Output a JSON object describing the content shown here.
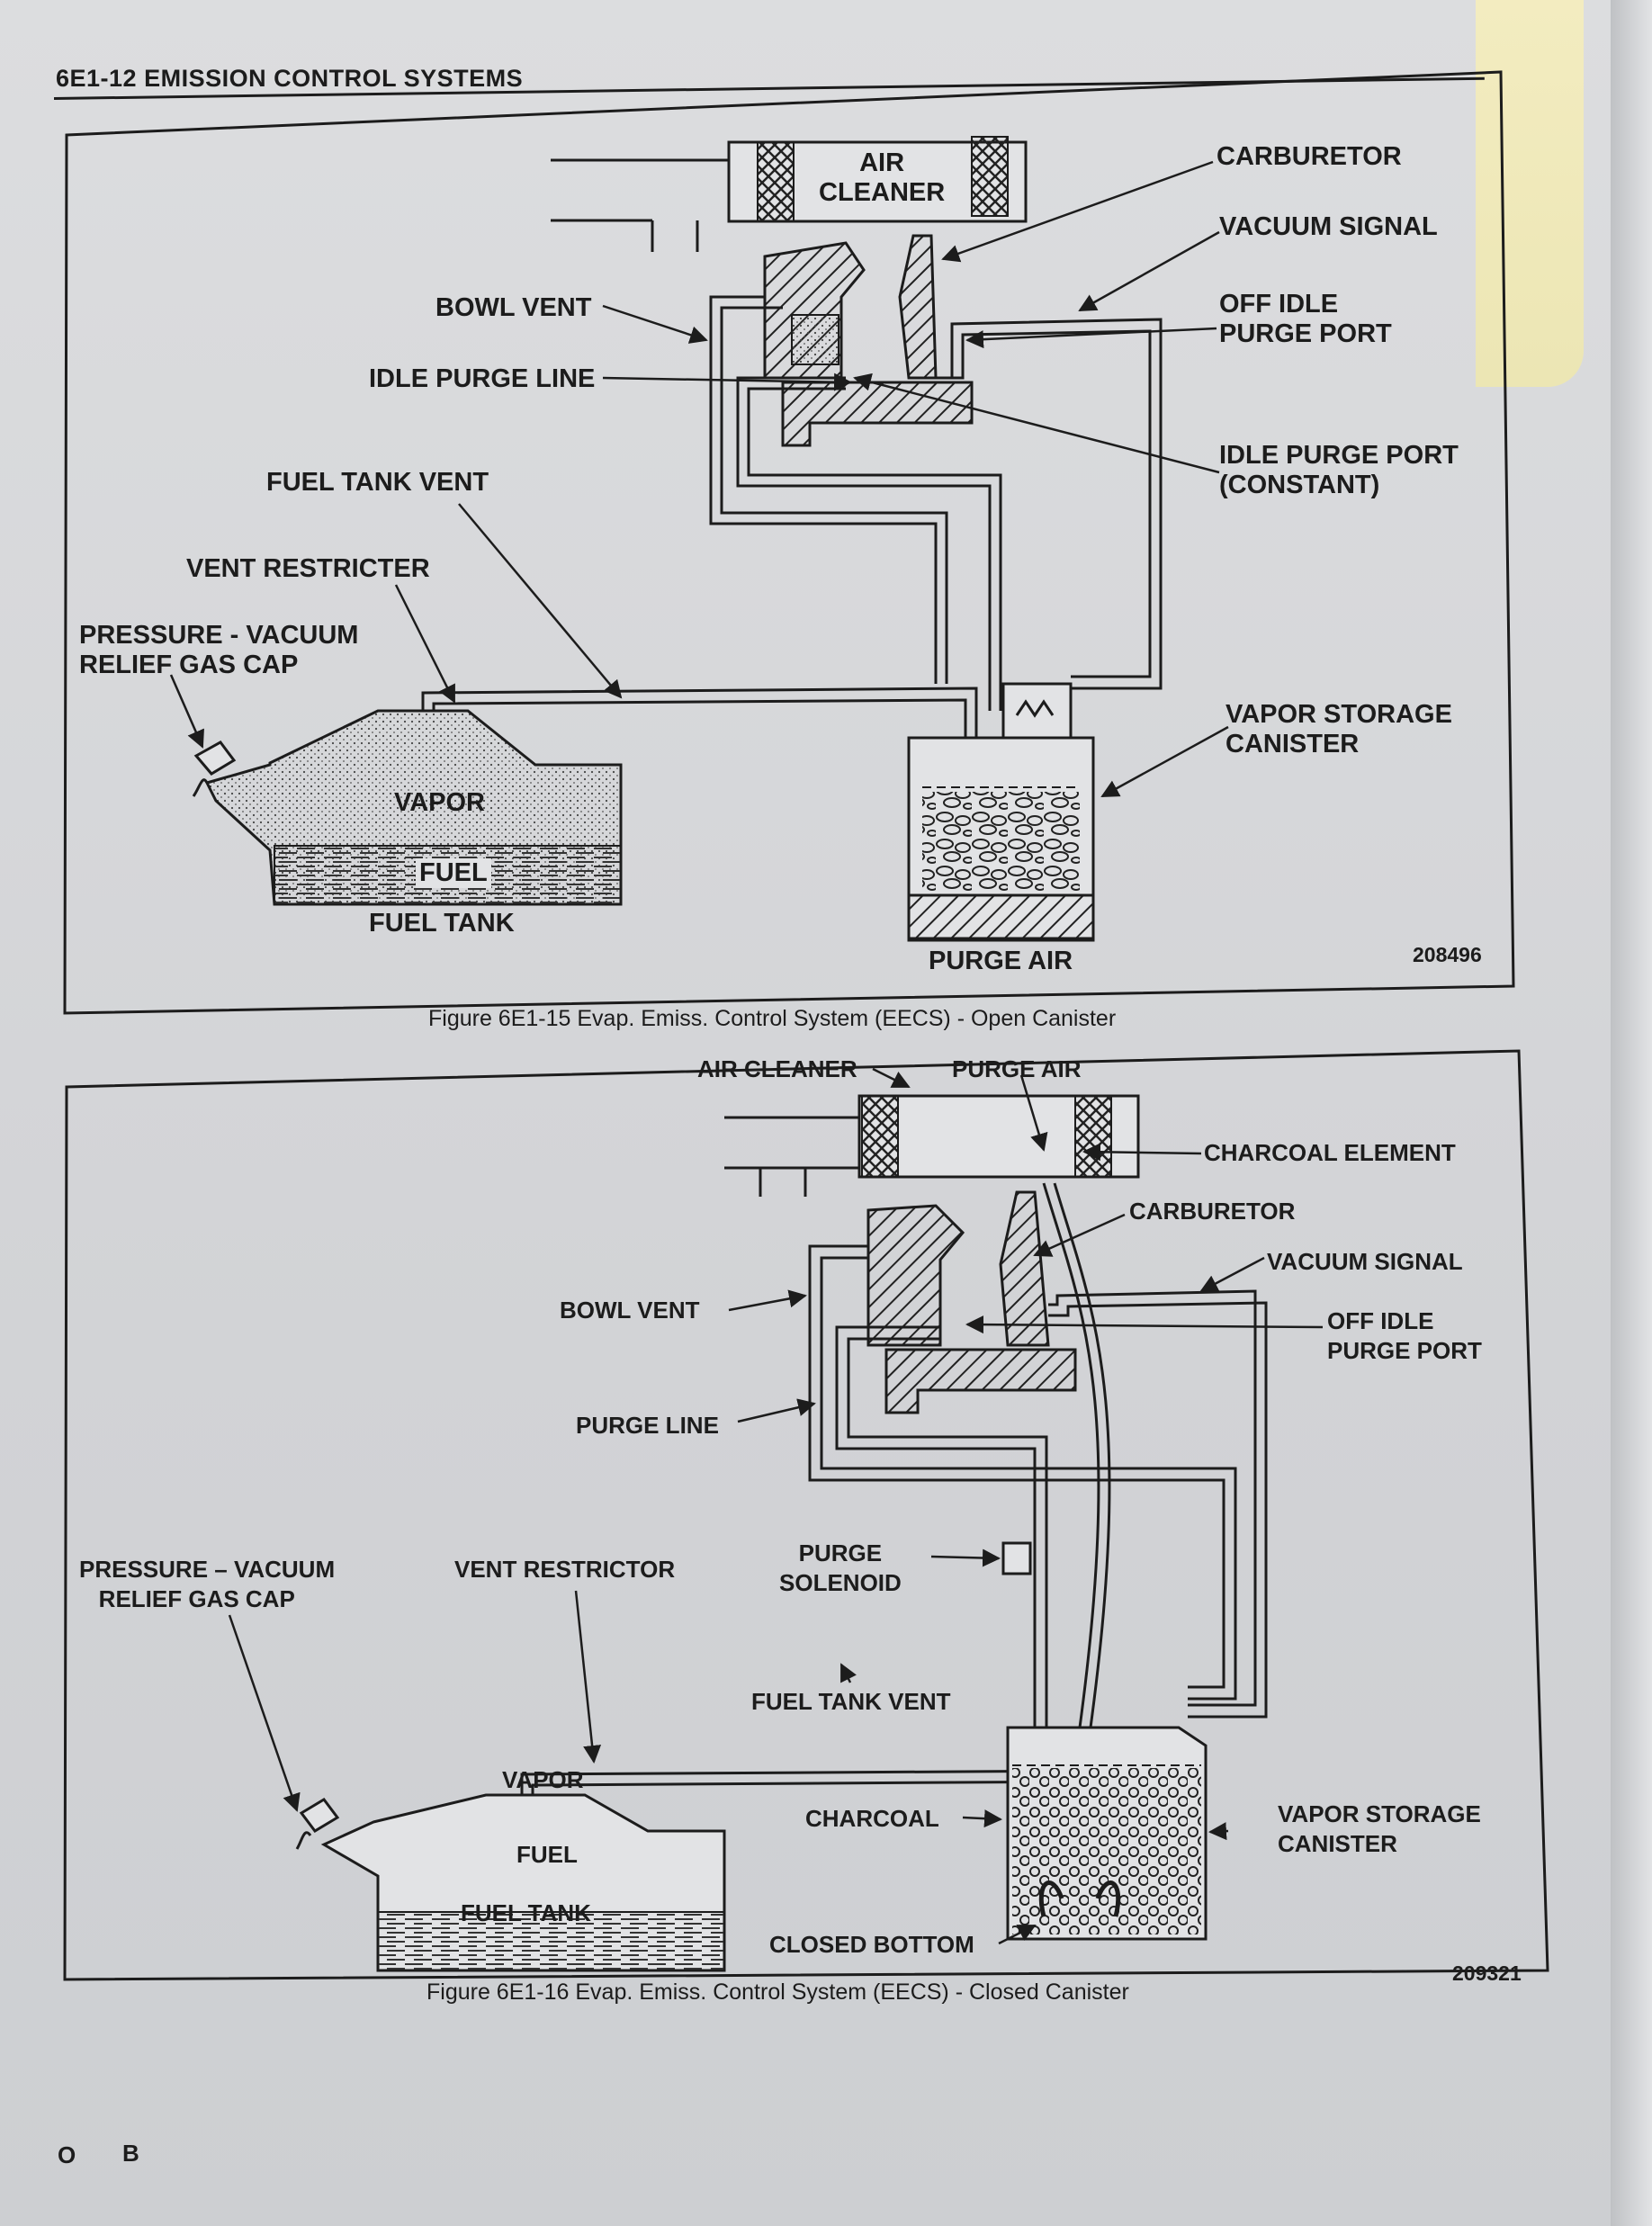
{
  "header": {
    "title": "6E1-12  EMISSION CONTROL SYSTEMS"
  },
  "figure1": {
    "caption": "Figure 6E1-15 Evap. Emiss. Control System (EECS) - Open Canister",
    "number": "208496",
    "labels": {
      "air_cleaner": "AIR\nCLEANER",
      "carburetor": "CARBURETOR",
      "vacuum_signal": "VACUUM SIGNAL",
      "bowl_vent": "BOWL VENT",
      "off_idle_purge_port": "OFF IDLE\nPURGE PORT",
      "idle_purge_line": "IDLE PURGE LINE",
      "idle_purge_port": "IDLE PURGE PORT\n(CONSTANT)",
      "fuel_tank_vent": "FUEL TANK VENT",
      "vent_restricter": "VENT RESTRICTER",
      "gas_cap": "PRESSURE - VACUUM\nRELIEF GAS CAP",
      "vapor": "VAPOR",
      "fuel": "FUEL",
      "fuel_tank": "FUEL TANK",
      "canister": "VAPOR STORAGE\nCANISTER",
      "purge_air": "PURGE AIR"
    }
  },
  "figure2": {
    "caption": "Figure 6E1-16 Evap. Emiss. Control System (EECS) - Closed Canister",
    "number": "209321",
    "labels": {
      "air_cleaner": "AIR CLEANER",
      "purge_air": "PURGE AIR",
      "charcoal_element": "CHARCOAL ELEMENT",
      "carburetor": "CARBURETOR",
      "vacuum_signal": "VACUUM SIGNAL",
      "bowl_vent": "BOWL VENT",
      "off_idle_purge_port": "OFF IDLE\nPURGE PORT",
      "purge_line": "PURGE LINE",
      "purge_solenoid": "PURGE\nSOLENOID",
      "gas_cap": "PRESSURE – VACUUM\n   RELIEF GAS CAP",
      "vent_restrictor": "VENT RESTRICTOR",
      "fuel_tank_vent": "FUEL TANK VENT",
      "vapor": "VAPOR",
      "fuel": "FUEL",
      "fuel_tank": "FUEL TANK",
      "charcoal": "CHARCOAL",
      "canister": "VAPOR STORAGE\nCANISTER",
      "closed_bottom": "CLOSED BOTTOM"
    }
  },
  "footer": {
    "left": "O",
    "right": "B"
  }
}
